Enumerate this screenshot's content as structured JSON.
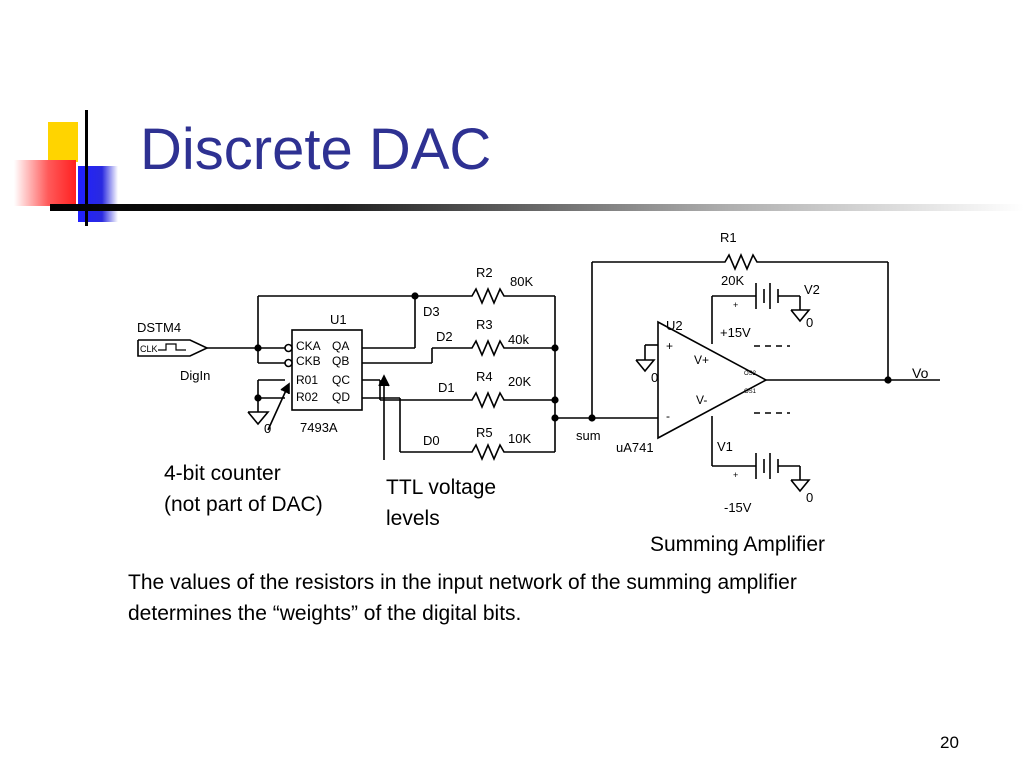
{
  "slide": {
    "title": "Discrete DAC",
    "number": "20",
    "counter_note": [
      "4-bit counter",
      "(not part of DAC)"
    ],
    "ttl_note": [
      "TTL voltage",
      "levels"
    ],
    "amplifier_note": "Summing Amplifier",
    "body": [
      "The values of the resistors in the input network of the summing amplifier",
      "determines the “weights” of the digital bits."
    ]
  },
  "schematic": {
    "source": {
      "name": "DSTM4",
      "clk": "CLK",
      "net": "DigIn"
    },
    "counter": {
      "ref": "U1",
      "part": "7493A",
      "pins": [
        "CKA",
        "CKB",
        "R01",
        "R02"
      ],
      "outputs": [
        "QA",
        "QB",
        "QC",
        "QD"
      ]
    },
    "nets": [
      "D3",
      "D2",
      "D1",
      "D0"
    ],
    "resistors": [
      {
        "ref": "R2",
        "value": "80K"
      },
      {
        "ref": "R3",
        "value": "40k"
      },
      {
        "ref": "R4",
        "value": "20K"
      },
      {
        "ref": "R5",
        "value": "10K"
      }
    ],
    "feedback": {
      "ref": "R1",
      "value": "20K"
    },
    "sum_net": "sum",
    "opamp": {
      "ref": "U2",
      "part": "uA741",
      "vplus": "V+",
      "vminus": "V-",
      "os2": "OS2",
      "os1": "OS1",
      "plus_sign": "+",
      "minus_sign": "-"
    },
    "supplies": [
      {
        "ref": "V2",
        "value": "+15V",
        "plus": "+"
      },
      {
        "ref": "V1",
        "value": "-15V",
        "plus": "+"
      }
    ],
    "ground": "0",
    "output": "Vo"
  },
  "colors": {
    "title": "#2e3192",
    "accent_yellow": "#ffd400",
    "accent_red": "#ff2020",
    "accent_blue": "#2020ff"
  }
}
